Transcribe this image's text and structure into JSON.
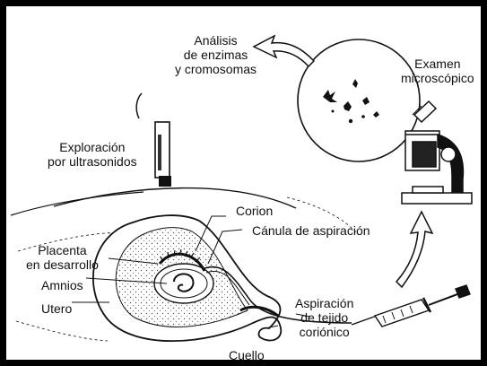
{
  "labels": {
    "analisis": [
      "Análisis",
      "de enzimas",
      "y cromosomas"
    ],
    "examen": [
      "Examen",
      "microscópico"
    ],
    "exploracion": [
      "Exploración",
      "por ultrasonidos"
    ],
    "corion": "Corion",
    "canula": "Cánula de aspiración",
    "placenta": [
      "Placenta",
      "en desarrollo"
    ],
    "amnios": "Amnios",
    "utero": "Utero",
    "aspiracion": [
      "Aspiración",
      "de tejido",
      "coriónico"
    ],
    "cuello": "Cuello"
  }
}
